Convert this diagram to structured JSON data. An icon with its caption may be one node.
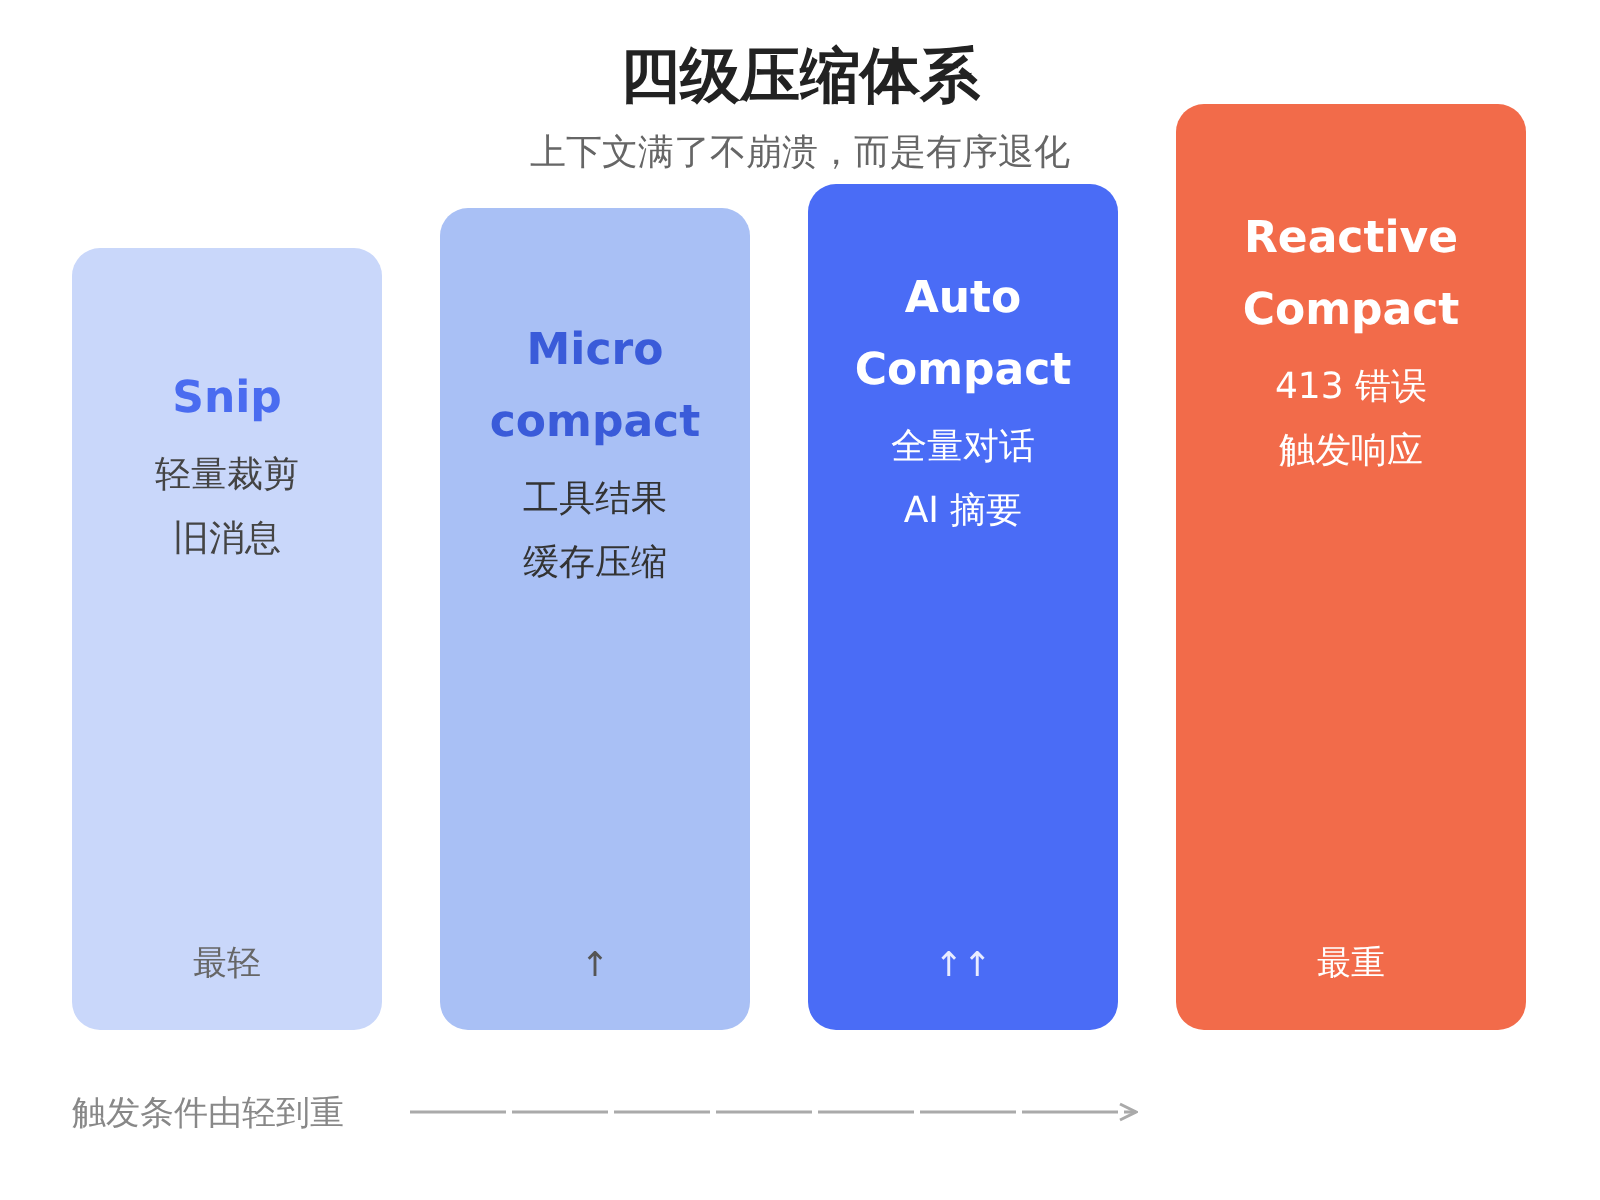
{
  "diagram": {
    "title": "四级压缩体系",
    "caption": "上下文满了不崩溃，而是有序退化",
    "nodes": [
      {
        "text": [
          "Snip",
          "轻量裁剪旧消息",
          "最轻"
        ]
      },
      {
        "text": [
          "Micro compact",
          "工具结果缓存压缩",
          "↑"
        ]
      },
      {
        "text": [
          "Auto Compact",
          "全量对话AI 摘要",
          "↑↑"
        ]
      },
      {
        "text": [
          "Reactive Compact",
          "413 错误触发响应",
          "最重"
        ]
      }
    ],
    "labels": [
      "触发条件由轻到重"
    ]
  }
}
